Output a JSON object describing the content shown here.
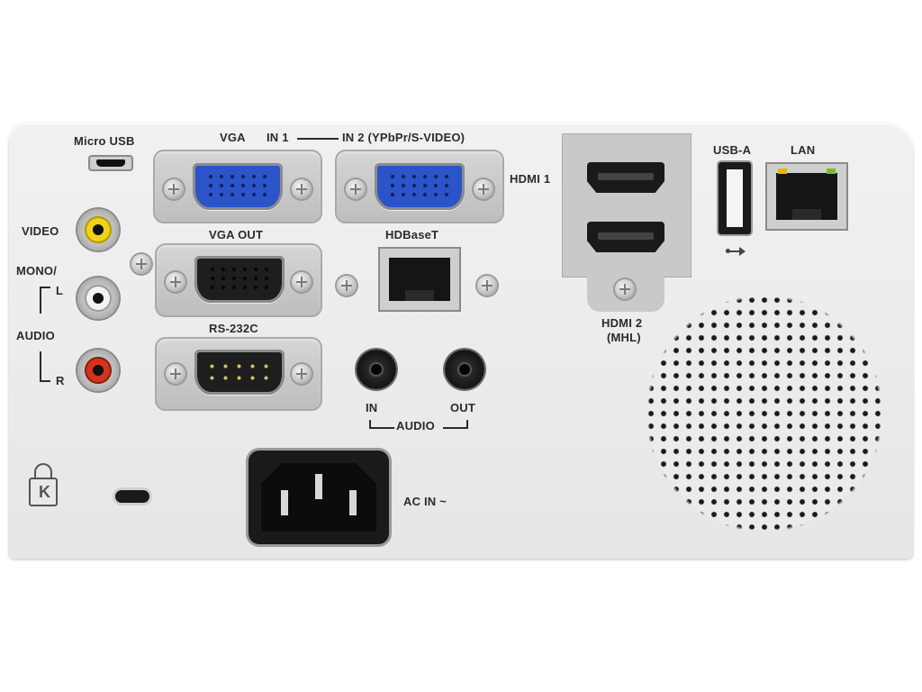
{
  "labels": {
    "micro_usb": "Micro USB",
    "vga": "VGA",
    "in1": "IN 1",
    "in2": "IN 2 (YPbPr/S-VIDEO)",
    "hdmi1": "HDMI 1",
    "usb_a": "USB-A",
    "lan": "LAN",
    "video": "VIDEO",
    "mono": "MONO/",
    "l": "L",
    "audio_left": "AUDIO",
    "r": "R",
    "vga_out": "VGA OUT",
    "hdbaset": "HDBaseT",
    "hdmi2": "HDMI 2",
    "mhl": "(MHL)",
    "rs232c": "RS-232C",
    "audio_in": "IN",
    "audio_out": "OUT",
    "audio_bottom": "AUDIO",
    "ac_in": "AC IN ~",
    "usb_symbol": "⭍"
  },
  "colors": {
    "vga_blue": "#2b54c8",
    "rca_yellow": "#f0d21a",
    "rca_white": "#f2f2f2",
    "rca_red": "#d4331c"
  }
}
